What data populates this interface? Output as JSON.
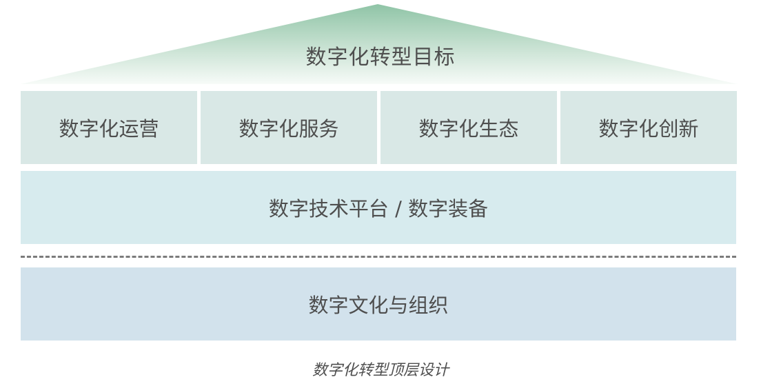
{
  "goal": {
    "label": "数字化转型目标"
  },
  "pillars": [
    {
      "label": "数字化运营"
    },
    {
      "label": "数字化服务"
    },
    {
      "label": "数字化生态"
    },
    {
      "label": "数字化创新"
    }
  ],
  "platform": {
    "label": "数字技术平台 / 数字装备"
  },
  "culture": {
    "label": "数字文化与组织"
  },
  "caption": "数字化转型顶层设计",
  "colors": {
    "roof_top": "#8fc4a6",
    "roof_bottom": "#f7fbf8",
    "pillar": "#d9e8e6",
    "platform": "#d7ebee",
    "culture": "#d2e2ec",
    "text": "#4e4e4e"
  }
}
